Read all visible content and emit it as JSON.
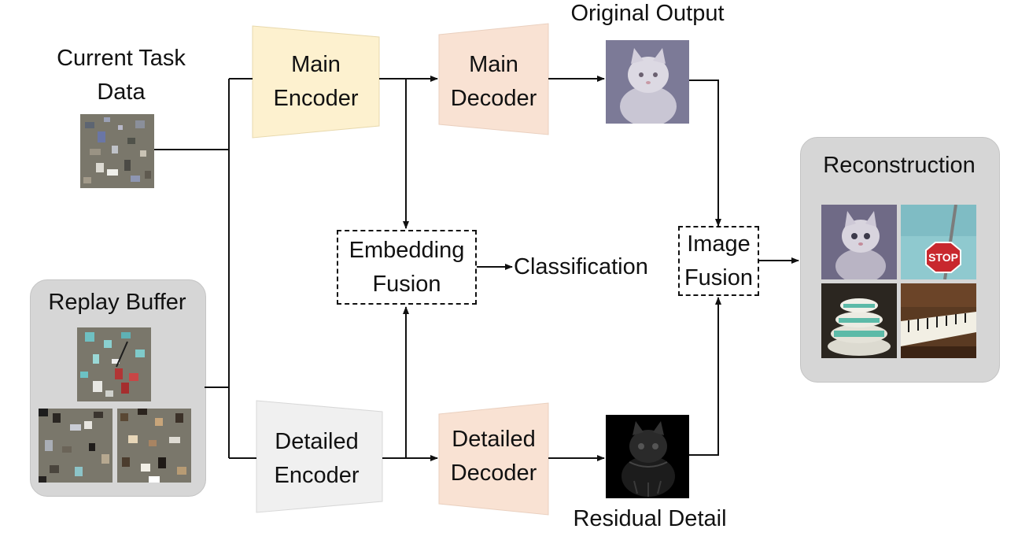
{
  "labels": {
    "current_task": [
      "Current Task",
      "Data"
    ],
    "replay_buffer": "Replay Buffer",
    "main_encoder": [
      "Main",
      "Encoder"
    ],
    "main_decoder": [
      "Main",
      "Decoder"
    ],
    "detailed_encoder": [
      "Detailed",
      "Encoder"
    ],
    "detailed_decoder": [
      "Detailed",
      "Decoder"
    ],
    "original_output": "Original Output",
    "residual_detail": "Residual Detail",
    "embedding_fusion": [
      "Embedding",
      "Fusion"
    ],
    "classification": "Classification",
    "image_fusion": [
      "Image",
      "Fusion"
    ],
    "reconstruction": "Reconstruction",
    "stop_sign": "STOP"
  },
  "colors": {
    "main_encoder": "#fdf1cf",
    "main_decoder": "#f9e2d3",
    "detailed_encoder": "#f0f0f0",
    "detailed_decoder": "#f9e2d3",
    "panel": "#d6d6d6",
    "mosaic": "#7a776b",
    "line": "#111111"
  },
  "icons": {
    "original_output": "cat-image",
    "residual_detail": "cat-residual-image",
    "reconstruction": [
      "cat-image",
      "stop-sign-image",
      "bowls-image",
      "piano-image"
    ]
  }
}
